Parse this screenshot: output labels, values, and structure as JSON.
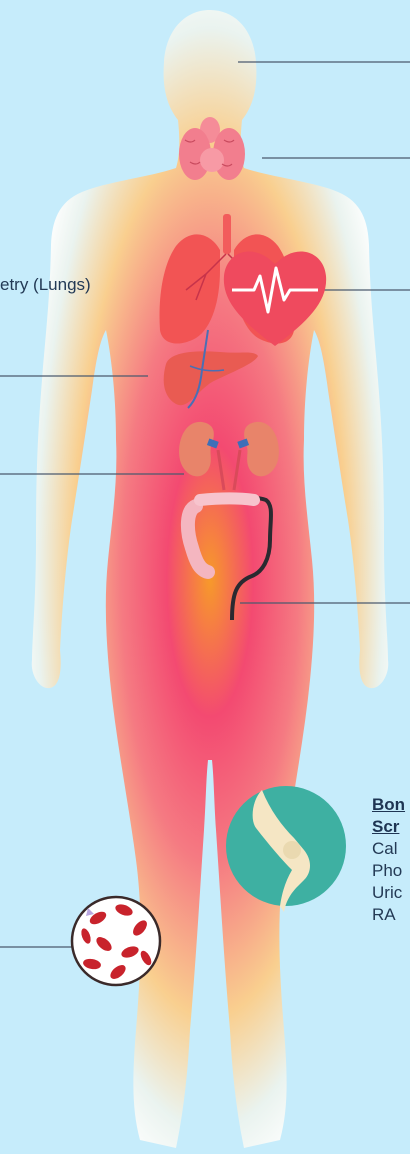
{
  "labels": {
    "lungs": "etry (Lungs)"
  },
  "bone_panel": {
    "heading_line1": "Bon",
    "heading_line2": "Scr",
    "items": [
      "Cal",
      "Pho",
      "Uric",
      "RA"
    ]
  },
  "colors": {
    "background": "#c6ecfb",
    "body_core": "#f0446f",
    "body_glow": "#f7a52a",
    "leader_line": "#4b5a6e",
    "knee_badge": "#3eb0a2",
    "heart": "#ef4a5e",
    "lungs": "#f25454",
    "liver": "#e95b52",
    "thyroid": "#f58c98"
  },
  "icons": [
    "thyroid-icon",
    "lungs-icon",
    "heart-pulse-icon",
    "liver-icon",
    "kidneys-icon",
    "intestine-icon",
    "knee-joint-icon",
    "blood-cells-icon"
  ]
}
